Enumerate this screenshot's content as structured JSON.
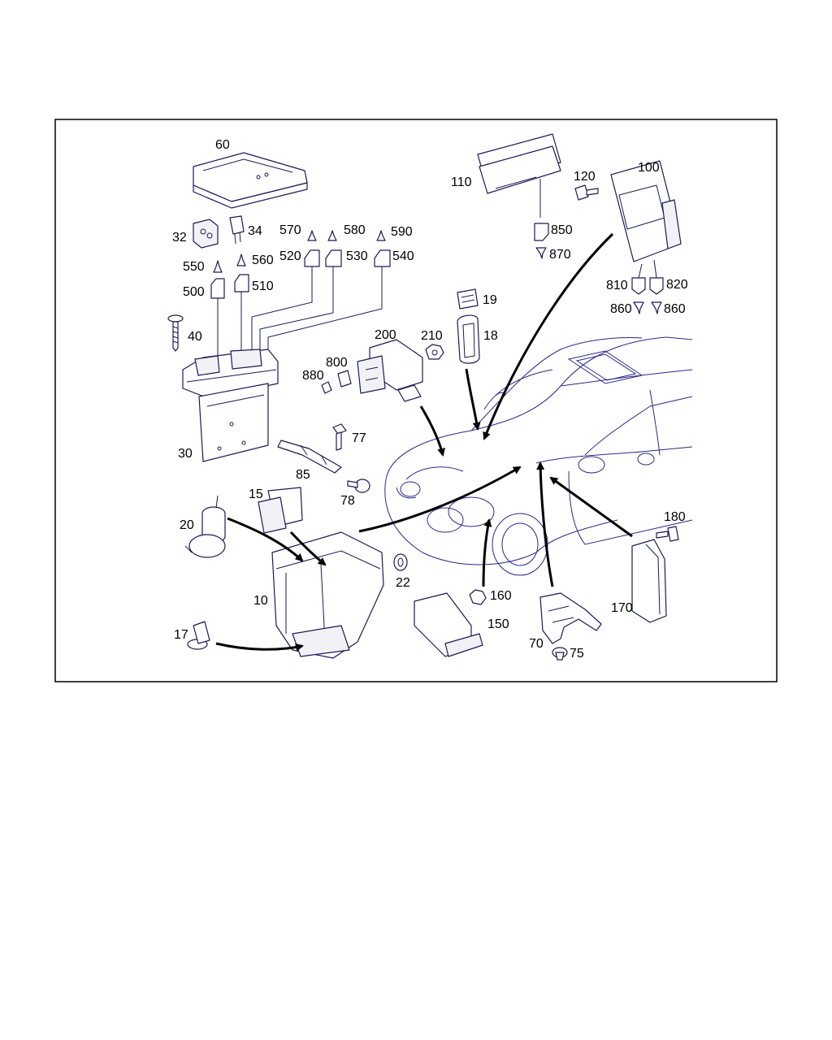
{
  "labels": {
    "l60": "60",
    "l32": "32",
    "l34": "34",
    "l570": "570",
    "l580": "580",
    "l590": "590",
    "l520": "520",
    "l530": "530",
    "l540": "540",
    "l550": "550",
    "l560": "560",
    "l500": "500",
    "l510": "510",
    "l40": "40",
    "l30": "30",
    "l110": "110",
    "l120": "120",
    "l100": "100",
    "l850": "850",
    "l870": "870",
    "l810": "810",
    "l820": "820",
    "l860a": "860",
    "l860b": "860",
    "l19": "19",
    "l18": "18",
    "l200": "200",
    "l210": "210",
    "l800": "800",
    "l880": "880",
    "l77": "77",
    "l85": "85",
    "l78": "78",
    "l15": "15",
    "l20": "20",
    "l10": "10",
    "l22": "22",
    "l17": "17",
    "l160": "160",
    "l150": "150",
    "l70": "70",
    "l75": "75",
    "l170": "170",
    "l180": "180"
  }
}
